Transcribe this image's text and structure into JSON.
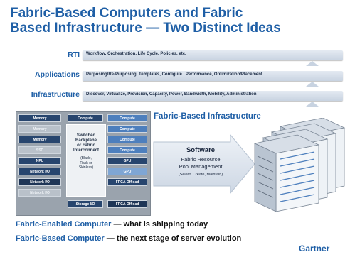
{
  "slide": {
    "title_line1": "Fabric-Based Computers and Fabric",
    "title_line2": "Based Infrastructure — Two Distinct Ideas"
  },
  "tiers": [
    {
      "label": "RTI",
      "text": "Workflow, Orchestration, Life Cycle, Policies, etc."
    },
    {
      "label": "Applications",
      "text": "Purposing/Re-Purposing, Templates, Configure , Performance, Optimization/Placement"
    },
    {
      "label": "Infrastructure",
      "text": "Discover, Virtualize, Provision, Capacity, Power, Bandwidth, Mobility, Administration"
    }
  ],
  "diagram": {
    "left_column": [
      "Memory",
      "Memory",
      "Memory",
      "SSD",
      "NPU",
      "Network I/O",
      "Network I/O",
      "Network I/O"
    ],
    "top_middle": "Compute",
    "right_column": [
      "Compute",
      "Compute",
      "Compute",
      "Compute",
      "GPU",
      "GPU",
      "FPGA Offload",
      "FPGA Offload"
    ],
    "backplane_title": [
      "Switched",
      "Backplane",
      "or Fabric",
      "Interconnect"
    ],
    "backplane_sub": [
      "(Blade,",
      "Rack or",
      "Skinless)"
    ],
    "bottom_middle": "Storage I/O"
  },
  "fabric_infrastructure": {
    "title": "Fabric-Based Infrastructure",
    "software_title": "Software",
    "software_line1": "Fabric Resource",
    "software_line2": "Pool Management",
    "software_sub": "(Select, Create, Maintain)"
  },
  "footer": {
    "line1_label": "Fabric-Enabled Computer",
    "line1_text": " — what is shipping today",
    "line2_label": "Fabric-Based Computer",
    "line2_text": " — the next stage of server evolution",
    "brand": "Gartner"
  },
  "colors": {
    "title_blue": "#1f5fa6",
    "navy_block": "#27456e",
    "blue_block": "#4d7fbd"
  }
}
